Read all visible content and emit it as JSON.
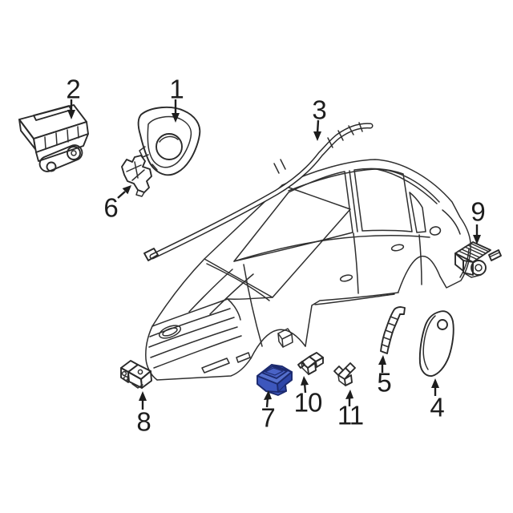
{
  "diagram": {
    "background_color": "#ffffff",
    "line_color": "#2f2f2f",
    "callout_color": "#1d1d1d",
    "callouts": {
      "c1": "1",
      "c2": "2",
      "c3": "3",
      "c4": "4",
      "c5": "5",
      "c6": "6",
      "c7": "7",
      "c8": "8",
      "c9": "9",
      "c10": "10",
      "c11": "11"
    },
    "highlight_part": {
      "callout": "7",
      "edge": "#1c2a6e",
      "fill_top": "#5570cd",
      "fill_plateau": "#4a63c6",
      "fill_side": "#3d57bd",
      "fill_front": "#2e46a8"
    }
  }
}
